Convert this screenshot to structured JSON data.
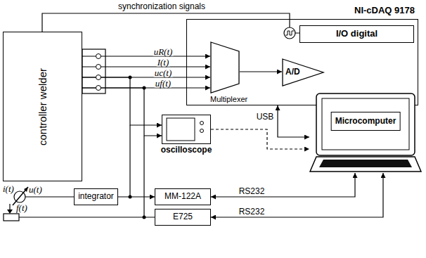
{
  "diagram": {
    "nodes": [
      {
        "text": [
          "controller welder"
        ]
      },
      {
        "text": [
          "NI-cDAQ 9178"
        ]
      },
      {
        "text": [
          "I/O digital"
        ],
        "in": 1
      },
      {
        "text": [
          "Multiplexer"
        ],
        "in": 1
      },
      {
        "text": [
          "A/D"
        ],
        "in": 1
      },
      {
        "text": [
          "oscilloscope"
        ]
      },
      {
        "text": [
          "Microcomputer"
        ]
      },
      {
        "text": [
          "integrator"
        ]
      },
      {
        "text": [
          "MM-122A"
        ]
      },
      {
        "text": [
          "E725"
        ]
      }
    ],
    "edges": [
      {
        "from": 0,
        "to": 3,
        "arrow": "to",
        "label": "uR(t)"
      },
      {
        "from": 0,
        "to": 3,
        "arrow": "to",
        "label": "I(t)"
      },
      {
        "from": 0,
        "to": 3,
        "arrow": "to",
        "label": "uc(t)"
      },
      {
        "from": 0,
        "to": 3,
        "arrow": "to",
        "label": "uf(t)"
      },
      {
        "from": 0,
        "to": 5,
        "arrow": "to"
      },
      {
        "from": 0,
        "to": 5,
        "arrow": "to"
      },
      {
        "from": 0,
        "to": 2,
        "arrow": "none",
        "label": "synchronization signals"
      },
      {
        "from": 3,
        "to": 4,
        "arrow": "to"
      },
      {
        "from": 1,
        "to": 6,
        "arrow": "both",
        "label": "USB"
      },
      {
        "from": 5,
        "to": 6,
        "arrow": "to"
      },
      {
        "from": 7,
        "to": 8,
        "arrow": "to"
      },
      {
        "from": 8,
        "to": 6,
        "arrow": "both",
        "label": "RS232"
      },
      {
        "from": 9,
        "to": 6,
        "arrow": "both",
        "label": "RS232"
      }
    ],
    "labels": [
      "i(t)",
      "u(t)",
      "f(t)"
    ]
  }
}
